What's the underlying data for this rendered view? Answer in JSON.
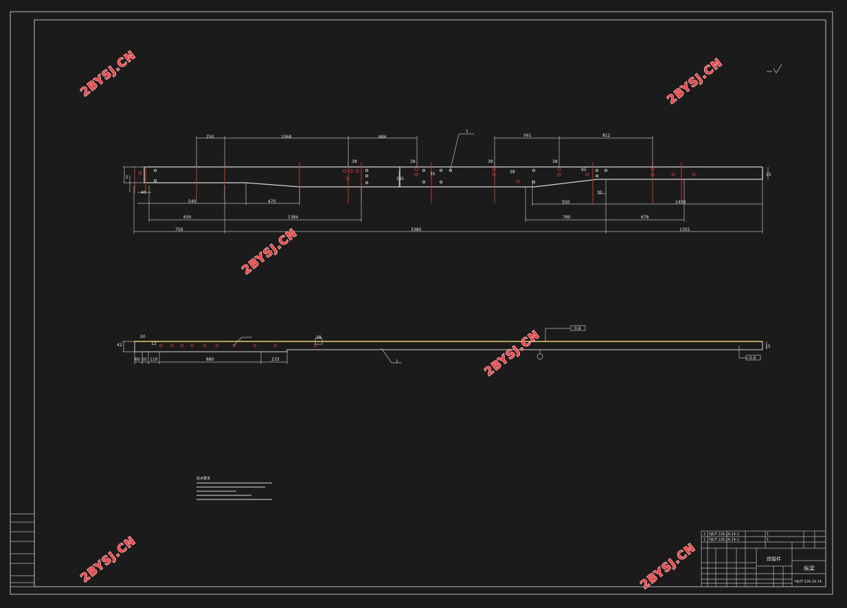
{
  "drawing": {
    "top_view_dimensions": {
      "row1": [
        "250",
        "1068",
        "684",
        "561",
        "812"
      ],
      "row2": [
        "540",
        "470",
        "550",
        "1430"
      ],
      "row3": [
        "630",
        "1384",
        "780",
        "678"
      ],
      "row4": [
        "759",
        "3380",
        "1355"
      ],
      "small": [
        "38",
        "38",
        "38",
        "38",
        "181",
        "35",
        "38",
        "95",
        "15",
        "40",
        "5",
        "30"
      ],
      "part_number_label": "1"
    },
    "side_view_dimensions": {
      "bottom": [
        "60",
        "50",
        "110",
        "880",
        "233"
      ],
      "small": [
        "42",
        "20",
        "38",
        "12",
        "15"
      ],
      "part_number_label": "1"
    },
    "frame_callouts": [
      "0.6",
      "0.6"
    ],
    "notes_title": "技术要求"
  },
  "title_block": {
    "part_name": "纵梁",
    "drawing_no": "HJUT 126.16.14",
    "subtitle": "焊接件",
    "parts_list": [
      {
        "no": "1",
        "code": "HJUT 126.16.14-2",
        "qty": "1"
      },
      {
        "no": "1",
        "code": "HJUT 126.16.14-1",
        "qty": "1"
      }
    ]
  },
  "watermark": {
    "text": "2BYSJ.CN"
  }
}
